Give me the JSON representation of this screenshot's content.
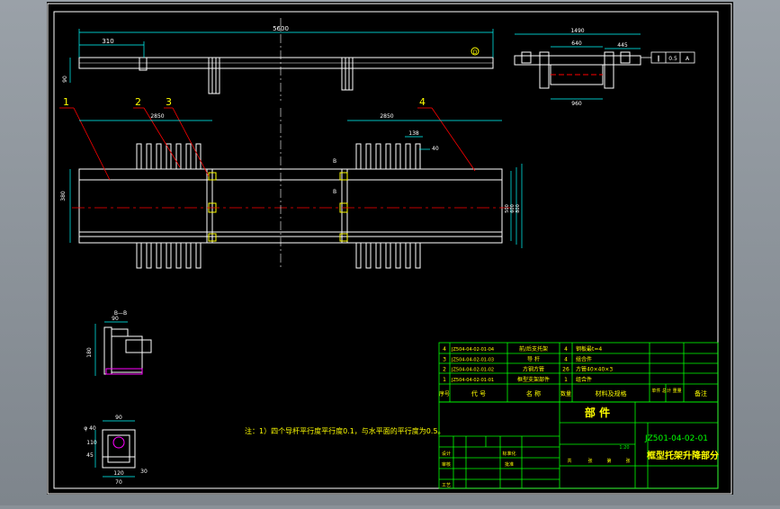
{
  "colors": {
    "canvas": "#000000",
    "frame": "#ffffff",
    "geometry": "#ffffff",
    "dimension": "#00ffff",
    "title_block": "#00ff00",
    "center_line": "#ff0000",
    "leader": "#ff0000",
    "label": "#ffff00",
    "part": "#ff00ff"
  },
  "top_view": {
    "overall_length": "5600",
    "left_offset": "310",
    "height_dim": "90",
    "section_mark": "D"
  },
  "side_view": {
    "overall_width": "1490",
    "inner_width": "640",
    "edge_dim": "445",
    "bottom_dim": "960",
    "tolerance_frame": [
      "∥",
      "0.5",
      "A"
    ]
  },
  "main_view": {
    "balloons": [
      "1",
      "2",
      "3",
      "4"
    ],
    "left_span": "2850",
    "right_span": "2850",
    "pitch_dim": "138",
    "pitch_gap": "40",
    "height_dim": "380",
    "right_dims": [
      "500",
      "600",
      "800"
    ],
    "mark_b": "B",
    "mark_b2": "B"
  },
  "section_b": {
    "title": "B—B",
    "top_dim": "90",
    "left_dim": "180"
  },
  "section_a": {
    "dims": [
      "φ 40",
      "90",
      "110",
      "45",
      "120",
      "70",
      "30"
    ]
  },
  "note": "注：1）四个导杆平行度平行度0.1，与水平面的平行度为0.5。",
  "bom": {
    "rows": [
      {
        "no": "4",
        "code": "JZ504-04-02-01-04",
        "name": "前/后支托架",
        "qty": "4",
        "material": "钢板最t=4"
      },
      {
        "no": "3",
        "code": "JZ504-04-02-01-03",
        "name": "导 杆",
        "qty": "4",
        "material": "组合件"
      },
      {
        "no": "2",
        "code": "JZ504-04-02-01-02",
        "name": "方钢方管",
        "qty": "26",
        "material": "方管40×40×3"
      },
      {
        "no": "1",
        "code": "JZ504-04-02-01-01",
        "name": "框型支架部件",
        "qty": "1",
        "material": "组合件"
      }
    ],
    "header": [
      "序号",
      "代  号",
      "名  称",
      "数量",
      "材料及规格",
      "单件 总计 重量",
      "备注"
    ]
  },
  "title_block": {
    "category": "部  件",
    "drawing_no": "JZ501-04-02-01",
    "title": "框型托架升降部分",
    "scale": "1:20",
    "fields": [
      "设计",
      "标准化",
      "审核",
      "工艺",
      "批准",
      "共",
      "张",
      "第",
      "张"
    ]
  }
}
